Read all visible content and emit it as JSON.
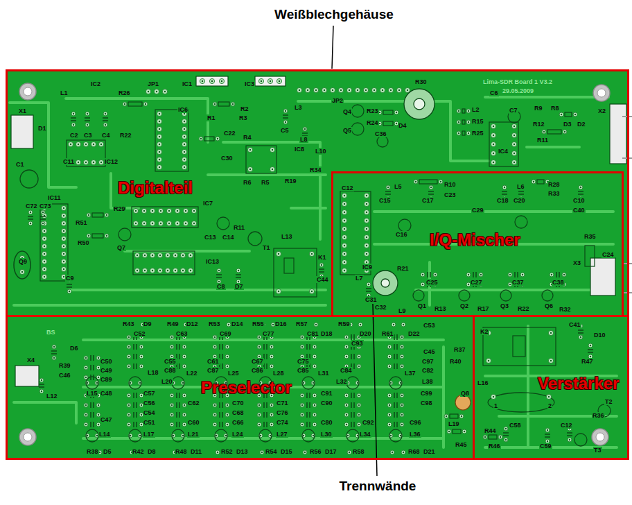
{
  "diagram": {
    "nodes": [
      {
        "text": [
          "Weißblechgehäuse"
        ]
      },
      {
        "text": [
          "Digitalteil"
        ],
        "in": 0
      },
      {
        "text": [
          "I/Q-Mischer"
        ],
        "in": 0
      },
      {
        "text": [
          "Preselector"
        ],
        "in": 0
      },
      {
        "text": [
          "Verstärker"
        ],
        "in": 0
      }
    ],
    "labels": [
      "Lima-SDR Board 1 V3.2",
      "29.05.2009",
      "L1",
      "IC2",
      "R26",
      "JP1",
      "IC1",
      "IC3",
      "JP2",
      "R30",
      "C6",
      "X1",
      "D1",
      "C2",
      "C3",
      "C4",
      "R22",
      "IC6",
      "R1",
      "R3",
      "R2",
      "C5",
      "L3",
      "Q4",
      "R23",
      "Q5",
      "R24",
      "D4",
      "C36",
      "L2",
      "R15",
      "R25",
      "C7",
      "R9",
      "R8",
      "R12",
      "D3",
      "D2",
      "X2",
      "IC4",
      "R11",
      "C1",
      "C11",
      "IC12",
      "C30",
      "C22",
      "R4",
      "IC8",
      "L8",
      "L10",
      "R34",
      "R19",
      "R6",
      "R5",
      "C72",
      "C73",
      "IC11",
      "R29",
      "R51",
      "R50",
      "Q7",
      "IC7",
      "C13",
      "C14",
      "R11",
      "L13",
      "T1",
      "Q9",
      "C9",
      "IC13",
      "K1",
      "C8",
      "D7",
      "C44",
      "C12",
      "L5",
      "R10",
      "C23",
      "C15",
      "C17",
      "C29",
      "L6",
      "R28",
      "R33",
      "C18",
      "C20",
      "C10",
      "C40",
      "C16",
      "R35",
      "C24",
      "X3",
      "L7",
      "IC9",
      "R21",
      "C25",
      "C27",
      "C37",
      "C38",
      "C31",
      "C32",
      "Q1",
      "R13",
      "Q2",
      "R17",
      "Q3",
      "R22",
      "Q6",
      "R32",
      "L9",
      "BS",
      "R43",
      "D9",
      "R49",
      "D12",
      "R53",
      "D14",
      "R55",
      "D16",
      "R57",
      "D18",
      "R59",
      "D20",
      "R61",
      "D22",
      "C53",
      "C52",
      "C63",
      "C69",
      "C77",
      "C81",
      "C93",
      "X4",
      "D6",
      "R39",
      "C46",
      "L12",
      "C50",
      "C49",
      "C89",
      "L18",
      "L15",
      "L20",
      "L22",
      "L25",
      "L28",
      "L31",
      "L32",
      "L37",
      "L38",
      "C45",
      "R37",
      "R40",
      "C97",
      "C82",
      "C99",
      "C98",
      "Q8",
      "L19",
      "R45",
      "C55",
      "C88",
      "C61",
      "C87",
      "C67",
      "C86",
      "C75",
      "C85",
      "C84",
      "C48",
      "C56",
      "C57",
      "C54",
      "C51",
      "C47",
      "C62",
      "C60",
      "C70",
      "C68",
      "C66",
      "C71",
      "C76",
      "C74",
      "C91",
      "C90",
      "C80",
      "C92",
      "C96",
      "L14",
      "L17",
      "L21",
      "L24",
      "L27",
      "L30",
      "L34",
      "L36",
      "R38",
      "D5",
      "R42",
      "D8",
      "R48",
      "D11",
      "R52",
      "D13",
      "R54",
      "D15",
      "R56",
      "D17",
      "R58",
      "R68",
      "D21",
      "K2",
      "C41",
      "D10",
      "R47",
      "L16",
      "T2",
      "1",
      "2",
      "R36",
      "R44",
      "C58",
      "C12",
      "R46",
      "C59",
      "T3",
      "Trennwände"
    ]
  }
}
